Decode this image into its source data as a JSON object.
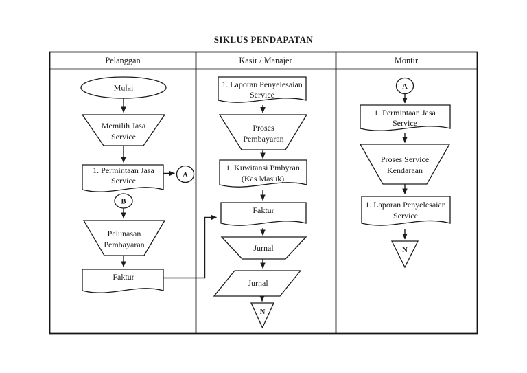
{
  "title": "SIKLUS PENDAPATAN",
  "colors": {
    "ink": "#1b1b1b",
    "page_background": "#ffffff"
  },
  "lanes": {
    "pelanggan": {
      "header": "Pelanggan",
      "mulai": "Mulai",
      "memilih": [
        "Memilih Jasa",
        "Service"
      ],
      "permintaan": [
        "1. Permintaan Jasa",
        "Service"
      ],
      "connector_a": "A",
      "connector_b": "B",
      "pelunasan": [
        "Pelunasan",
        "Pembayaran"
      ],
      "faktur": "Faktur"
    },
    "kasir": {
      "header": "Kasir / Manajer",
      "laporan": [
        "1. Laporan Penyelesaian",
        "Service"
      ],
      "proses_pembayaran": [
        "Proses",
        "Pembayaran"
      ],
      "kuwitansi": [
        "1. Kuwitansi Pmbyran",
        "(Kas Masuk)"
      ],
      "faktur": "Faktur",
      "jurnal_proses": "Jurnal",
      "jurnal_dokumen": "Jurnal",
      "arsip_n": "N"
    },
    "montir": {
      "header": "Montir",
      "connector_a": "A",
      "permintaan": [
        "1. Permintaan Jasa",
        "Service"
      ],
      "proses_service": [
        "Proses Service",
        "Kendaraan"
      ],
      "laporan": [
        "1. Laporan Penyelesaian",
        "Service"
      ],
      "arsip_n": "N"
    }
  }
}
